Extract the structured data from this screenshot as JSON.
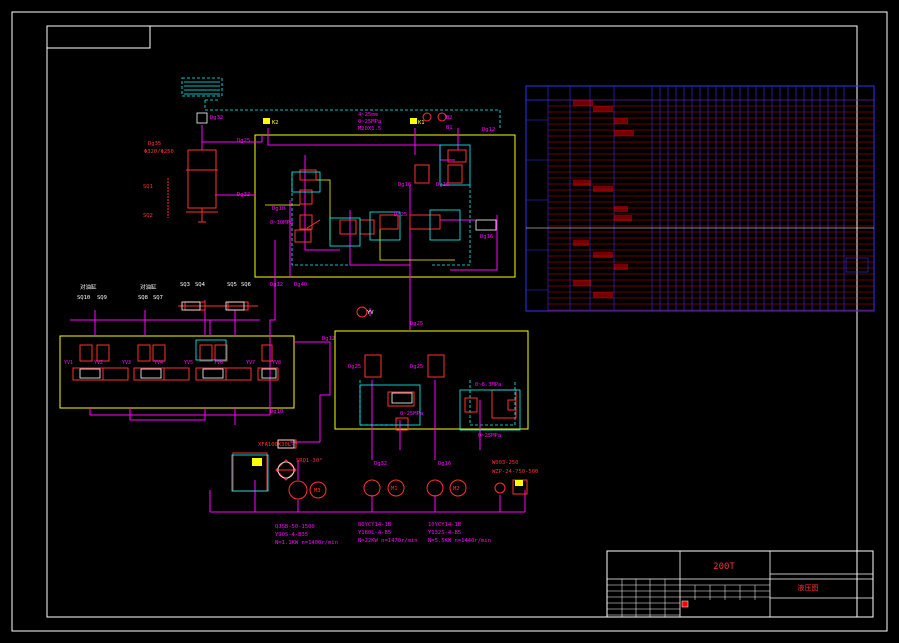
{
  "drawing": {
    "title_block": {
      "project_code": "200T",
      "drawing_name": "液压图"
    },
    "components": {
      "cylinder_label": "Dg35",
      "cylinder_size": "Φ320/Φ250",
      "sensor_top": "SQ1",
      "sensor_bottom": "SQ2",
      "gauge_k2": "K2",
      "gauge_k1": "K1",
      "gauge_b2": "B2",
      "gauge_b1": "B1",
      "top_note_1": "4~25mm",
      "top_note_2": "0~25MPa",
      "top_note_3": "M20X1.5",
      "port_dg12": "Dg12",
      "port_dg25": "Dg25",
      "port_dg32": "Dg32",
      "port_dg16": "Dg16",
      "port_dg10": "Dg10",
      "port_dg40": "Dg40",
      "pressure_1": "0~10MPa",
      "pressure_2": "0~25MPa",
      "pressure_3": "0~6.3MPa",
      "pressure_4": "0~25MPa",
      "left_group_1": "对油缸",
      "left_group_2": "对油缸",
      "sq_labels": [
        "SQ10",
        "SQ9",
        "SQ8",
        "SQ7",
        "SQ3",
        "SQ4",
        "SQ5",
        "SQ6"
      ],
      "filter_label": "XFA100X30L-Y",
      "filter_label_2": "SRQ1-30°",
      "heater": "W003-250",
      "heater_2": "WZP-24-750-500",
      "motor_3": "M3",
      "motor_1": "M1",
      "motor_2": "M2",
      "pump_3_spec_1": "QJSB-50-1500",
      "pump_3_spec_2": "Y90S-4-B35",
      "pump_3_spec_3": "N=1.1KW n=1400r/min",
      "pump_1_spec_1": "80YCY14-1B",
      "pump_1_spec_2": "Y180L-4-B5",
      "pump_1_spec_3": "N=22KW n=1470r/min",
      "pump_2_spec_1": "10YCY14-1B",
      "pump_2_spec_2": "Y132S-4-B5",
      "pump_2_spec_3": "N=5.5KW n=1440r/min",
      "valve_yv": [
        "YV1",
        "YV2",
        "YV3",
        "YV4",
        "YV5",
        "YV6",
        "YV7",
        "YV8"
      ],
      "dg25_center": "Dg25",
      "yv_label": "YV"
    }
  },
  "colors": {
    "bg": "#000000",
    "frame": "#ffffff",
    "pipe": "#ff00ff",
    "component": "#ff3030",
    "box_yellow": "#ffff00",
    "cyan": "#00ffff",
    "table_blue": "#3030ff",
    "table_red": "#ff0000",
    "text_pink": "#ff66cc"
  }
}
